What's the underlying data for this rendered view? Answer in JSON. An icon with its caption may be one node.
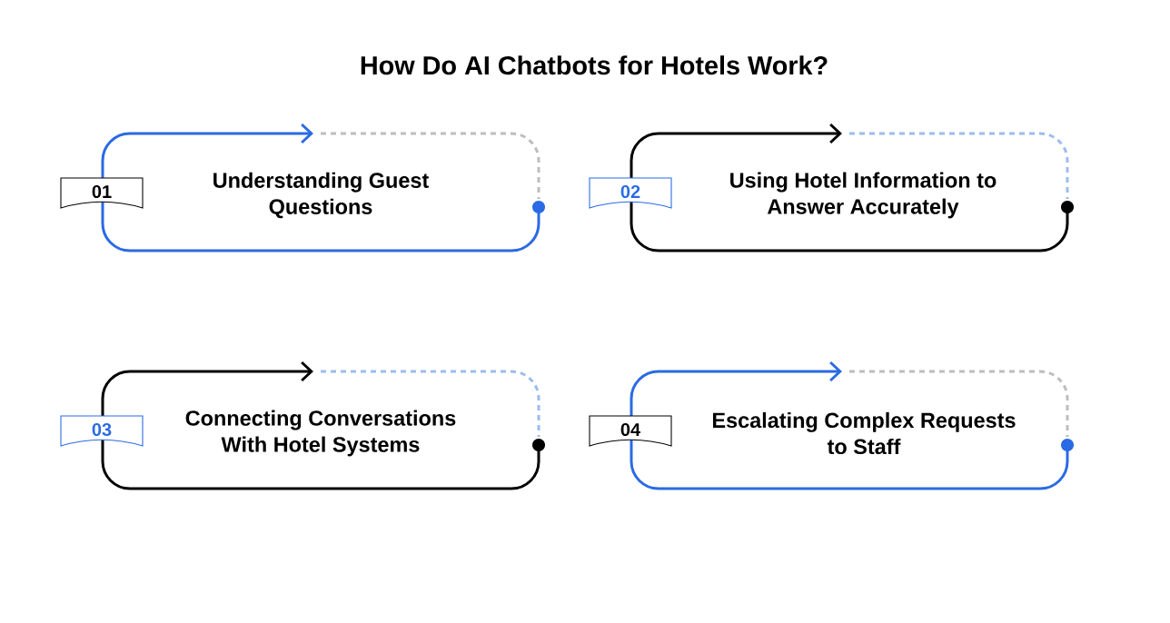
{
  "diagram": {
    "title": "How Do AI Chatbots for Hotels Work?",
    "nodes": [
      {
        "text": [
          "01"
        ]
      },
      {
        "text": [
          "Understanding Guest Questions"
        ]
      },
      {
        "text": [
          "02"
        ]
      },
      {
        "text": [
          "Using Hotel Information to Answer Accurately"
        ]
      },
      {
        "text": [
          "03"
        ]
      },
      {
        "text": [
          "Connecting Conversations With Hotel Systems"
        ]
      },
      {
        "text": [
          "04"
        ]
      },
      {
        "text": [
          "Escalating Complex Requests to Staff"
        ]
      }
    ]
  }
}
